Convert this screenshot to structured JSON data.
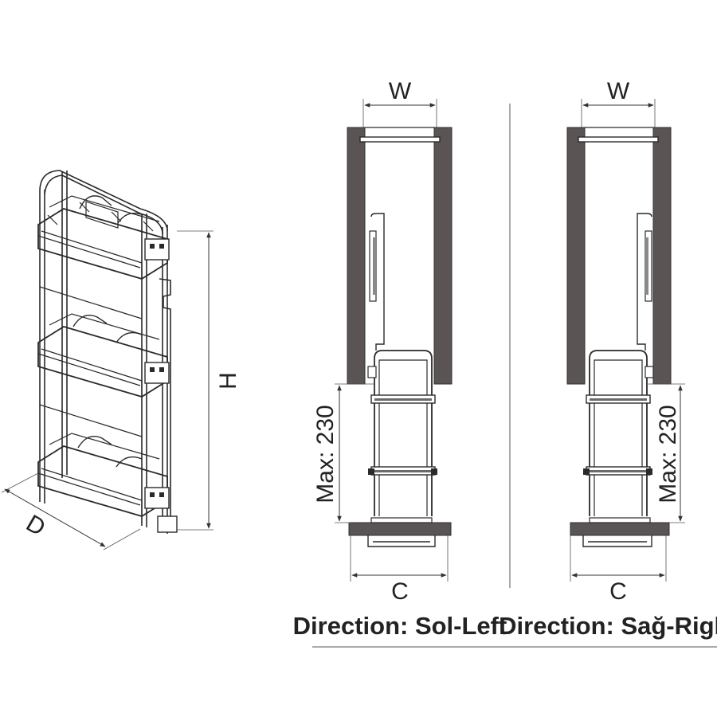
{
  "isometric": {
    "height_label": "H",
    "depth_label": "D"
  },
  "left_view": {
    "width_label": "W",
    "max_label": "Max: 230",
    "clearance_label": "C",
    "direction_label": "Direction: Sol-Left"
  },
  "right_view": {
    "width_label": "W",
    "max_label": "Max: 230",
    "clearance_label": "C",
    "direction_label": "Direction: Sağ-Right"
  }
}
